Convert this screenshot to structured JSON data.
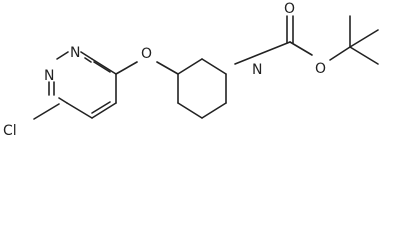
{
  "molecule": {
    "atoms": {
      "chlorine": "Cl",
      "ring_n1": "N",
      "ring_n2": "N",
      "ether_oxygen": "O",
      "piperidine_n": "N",
      "carbonyl_oxygen": "O",
      "ester_oxygen": "O"
    }
  }
}
